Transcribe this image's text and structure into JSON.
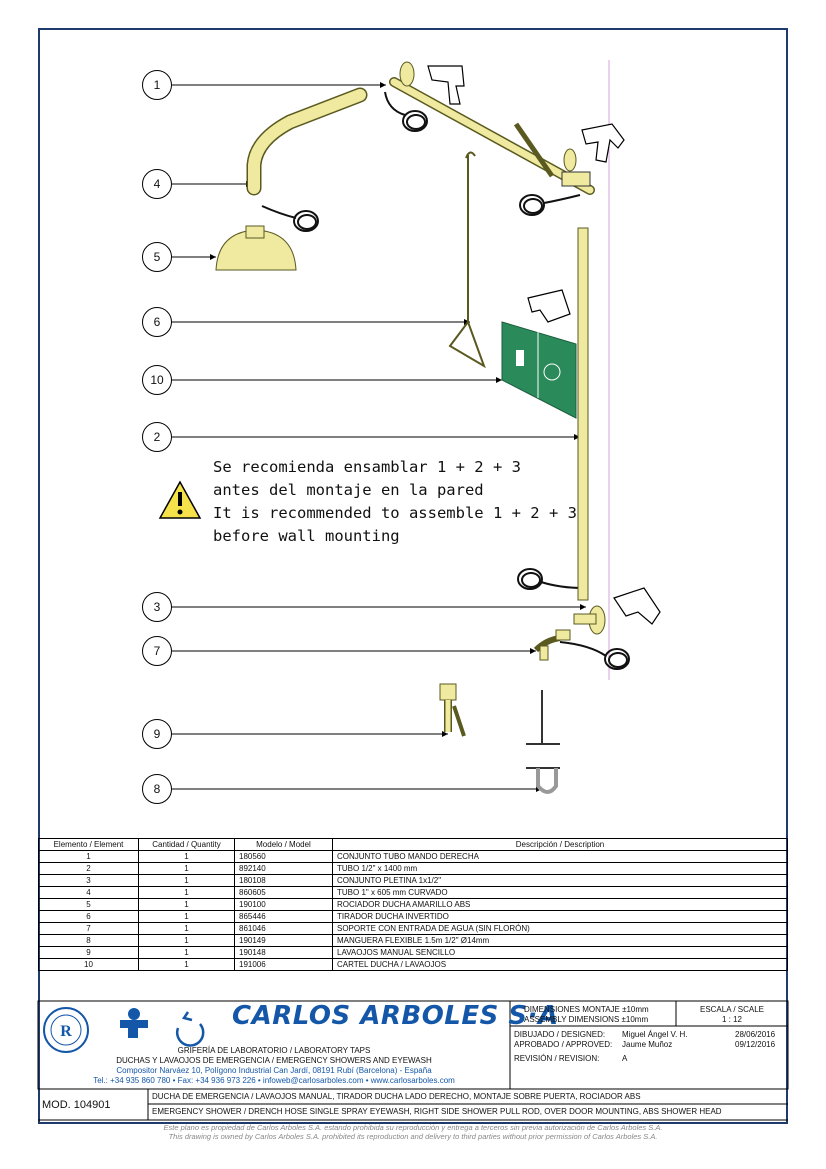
{
  "callouts": [
    "1",
    "4",
    "5",
    "6",
    "10",
    "2",
    "3",
    "7",
    "9",
    "8"
  ],
  "note_lines": [
    "Se recomienda ensamblar 1 + 2 + 3",
    "antes del montaje en la pared",
    "It is recommended to assemble 1 + 2 + 3",
    "before wall mounting"
  ],
  "table": {
    "headers": [
      "Elemento / Element",
      "Cantidad / Quantity",
      "Modelo / Model",
      "Descripción / Description"
    ],
    "rows": [
      [
        "1",
        "1",
        "180560",
        "CONJUNTO TUBO MANDO DERECHA"
      ],
      [
        "2",
        "1",
        "892140",
        "TUBO 1/2\" x 1400 mm"
      ],
      [
        "3",
        "1",
        "180108",
        "CONJUNTO PLETINA 1x1/2\""
      ],
      [
        "4",
        "1",
        "860605",
        "TUBO 1\" x 605 mm CURVADO"
      ],
      [
        "5",
        "1",
        "190100",
        "ROCIADOR DUCHA AMARILLO ABS"
      ],
      [
        "6",
        "1",
        "865446",
        "TIRADOR DUCHA INVERTIDO"
      ],
      [
        "7",
        "1",
        "861046",
        "SOPORTE CON ENTRADA DE AGUA (SIN FLORÓN)"
      ],
      [
        "8",
        "1",
        "190149",
        "MANGUERA FLEXIBLE 1.5m 1/2\" Ø14mm"
      ],
      [
        "9",
        "1",
        "190148",
        "LAVAOJOS MANUAL SENCILLO"
      ],
      [
        "10",
        "1",
        "191006",
        "CARTEL DUCHA / LAVAOJOS"
      ]
    ]
  },
  "company": {
    "name": "CARLOS ARBOLES S·A",
    "line1": "GRIFERÍA DE LABORATORIO / LABORATORY TAPS",
    "line2": "DUCHAS Y LAVAOJOS DE EMERGENCIA / EMERGENCY SHOWERS AND EYEWASH",
    "line3": "Compositor Narváez 10, Polígono Industrial Can Jardí, 08191 Rubí (Barcelona) - España",
    "line4": "Tel.: +34 935 860 780 • Fax: +34 936 973 226 • infoweb@carlosarboles.com • www.carlosarboles.com"
  },
  "titleblock": {
    "dim1": "DIMENSIONES MONTAJE ±10mm",
    "dim2": "ASSEMBLY DIMENSIONS ±10mm",
    "scale_label": "ESCALA / SCALE",
    "scale": "1 : 12",
    "designed_label": "DIBUJADO / DESIGNED:",
    "designed_by": "Miguel Ángel V. H.",
    "designed_date": "28/06/2016",
    "approved_label": "APROBADO / APPROVED:",
    "approved_by": "Jaume Muñoz",
    "approved_date": "09/12/2016",
    "revision_label": "REVISIÓN / REVISION:",
    "revision": "A",
    "model": "MOD. 104901",
    "desc_es": "DUCHA DE EMERGENCIA / LAVAOJOS MANUAL, TIRADOR DUCHA LADO DERECHO, MONTAJE SOBRE PUERTA, ROCIADOR ABS",
    "desc_en": "EMERGENCY SHOWER / DRENCH HOSE SINGLE SPRAY EYEWASH, RIGHT SIDE SHOWER PULL ROD, OVER DOOR MOUNTING, ABS SHOWER HEAD"
  },
  "footer": {
    "es": "Este plano es propiedad de Carlos Arboles S.A. estando prohibida su reproducción y entrega a terceros sin previa autorización de Carlos Arboles S.A.",
    "en": "This drawing is owned by Carlos Arboles S.A. prohibited its reproduction and delivery to third parties without prior permission of Carlos Arboles S.A."
  },
  "colors": {
    "pipe": "#efeaa0",
    "pipe_stroke": "#5a5a20",
    "border": "#1f3b6e",
    "brand": "#1457a8",
    "sign": "#2a8a5a",
    "wall": "#d8a0d8"
  }
}
